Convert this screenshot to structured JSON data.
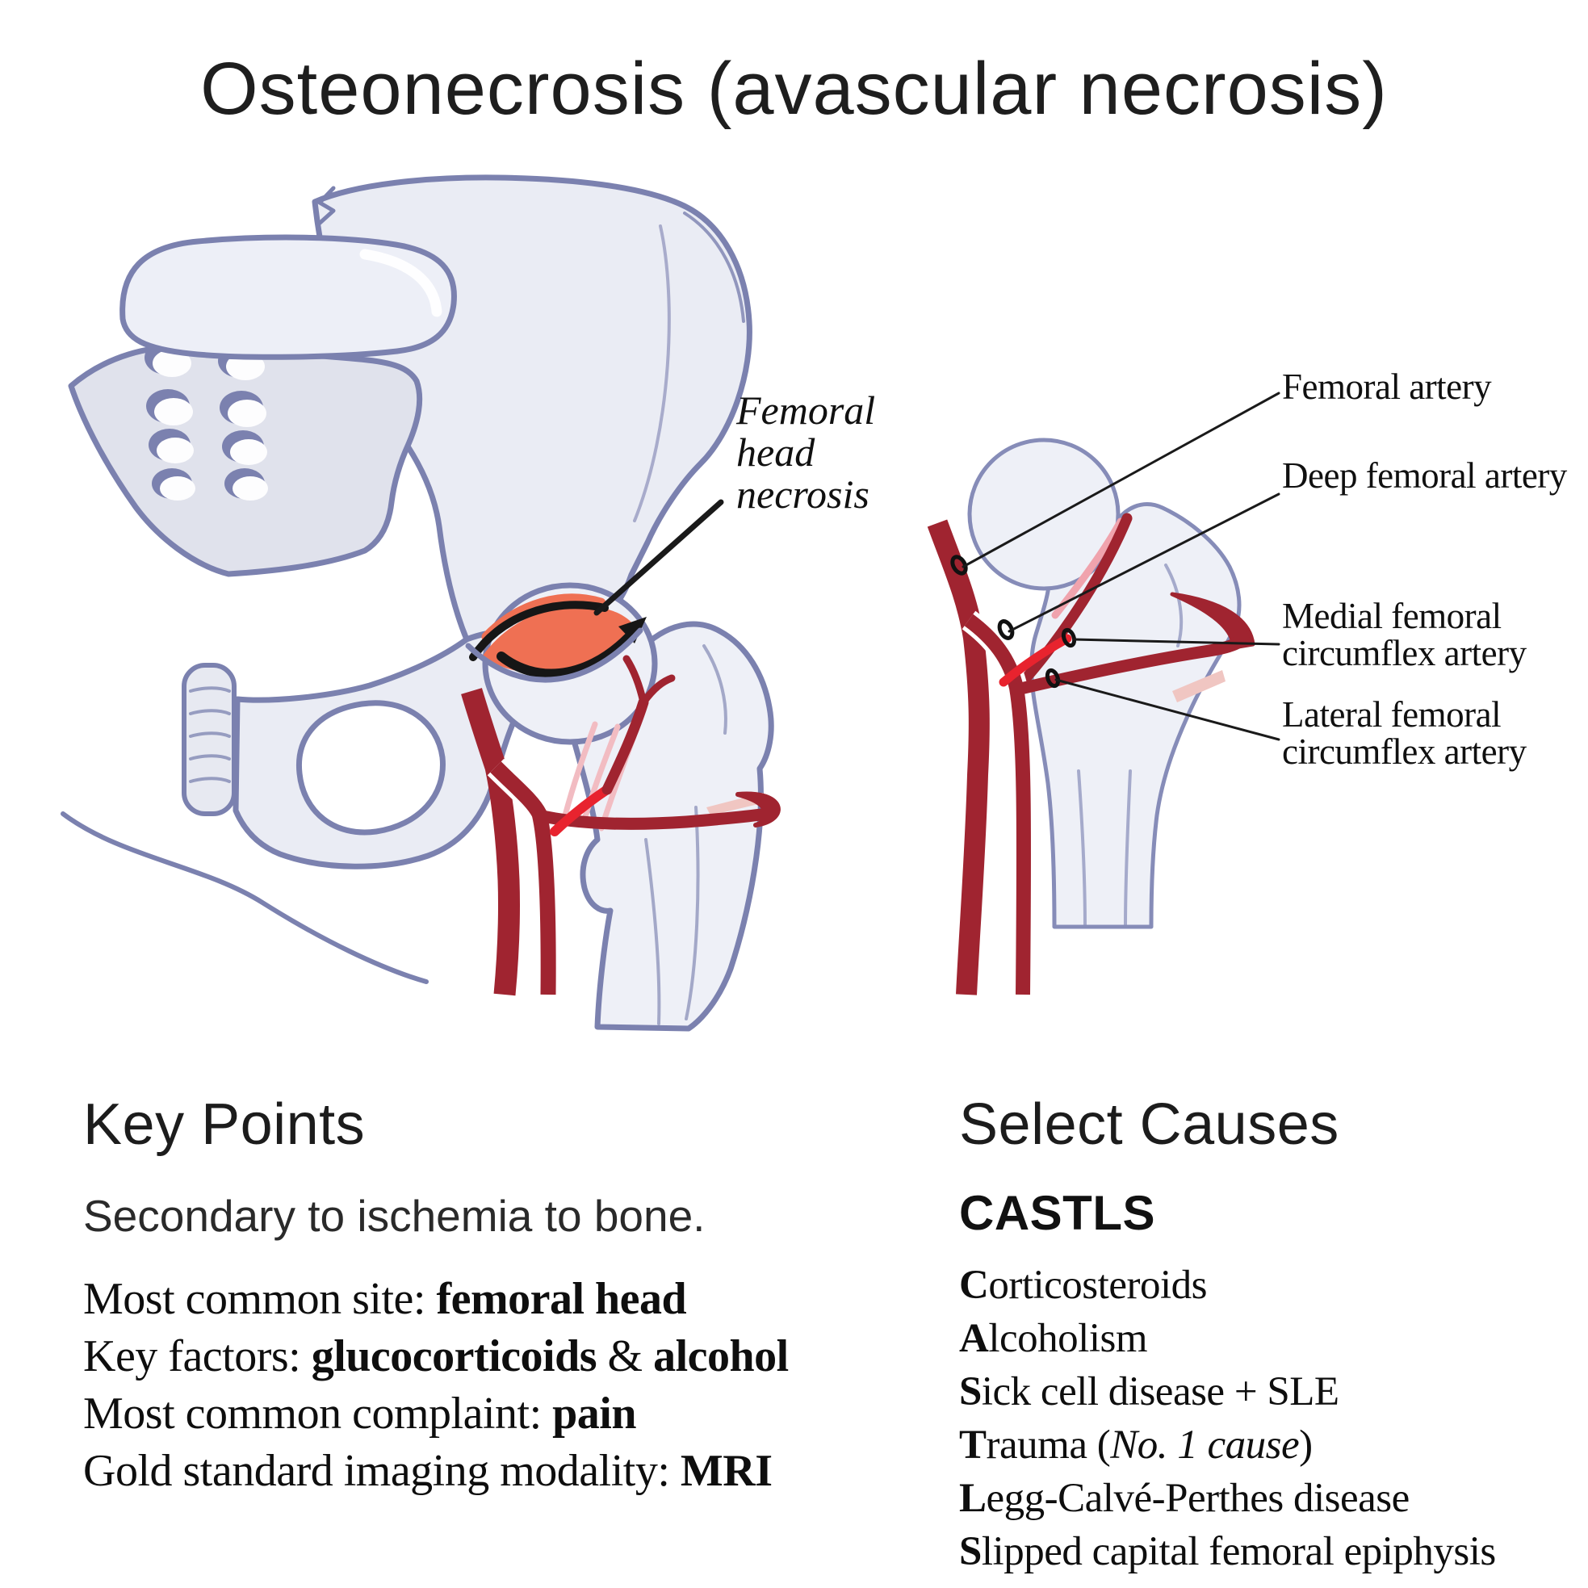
{
  "title": "Osteonecrosis (avascular necrosis)",
  "main_illustration": {
    "name": "pelvis and hip with femoral head necrosis",
    "label": {
      "line1": "Femoral",
      "line2": "head",
      "line3": "necrosis"
    }
  },
  "artery_illustration": {
    "name": "proximal femur blood supply",
    "labels": [
      "Femoral artery",
      "Deep femoral artery",
      "Medial femoral circumflex artery",
      "Lateral femoral circumflex artery"
    ]
  },
  "key_points": {
    "heading": "Key Points",
    "subtitle": "Secondary to ischemia to bone.",
    "lines": [
      {
        "prefix": "Most common site: ",
        "bold": "femoral head",
        "mid": "",
        "bold2": ""
      },
      {
        "prefix": "Key factors: ",
        "bold": "glucocorticoids",
        "mid": " & ",
        "bold2": "alcohol"
      },
      {
        "prefix": "Most common complaint: ",
        "bold": "pain",
        "mid": "",
        "bold2": ""
      },
      {
        "prefix": "Gold standard imaging modality: ",
        "bold": "MRI",
        "mid": "",
        "bold2": ""
      }
    ]
  },
  "select_causes": {
    "heading": "Select Causes",
    "mnemonic": "CASTLS",
    "items": [
      {
        "initial": "C",
        "rest": "orticosteroids",
        "italic": "",
        "tail": ""
      },
      {
        "initial": "A",
        "rest": "lcoholism",
        "italic": "",
        "tail": ""
      },
      {
        "initial": "S",
        "rest": "ick cell disease + SLE",
        "italic": "",
        "tail": ""
      },
      {
        "initial": "T",
        "rest": "rauma (",
        "italic": "No. 1 cause",
        "tail": ")"
      },
      {
        "initial": "L",
        "rest": "egg-Calvé-Perthes disease",
        "italic": "",
        "tail": ""
      },
      {
        "initial": "S",
        "rest": "lipped capital femoral epiphysis",
        "italic": "",
        "tail": ""
      }
    ]
  },
  "colors": {
    "background": "#ffffff",
    "bone_fill": "#eaecf4",
    "bone_fill_light": "#eef0f7",
    "sacrum_fill": "#e0e2ec",
    "bone_outline": "#7b81af",
    "bone_outline_light": "#868cb8",
    "artery_dark_red": "#a02430",
    "artery_bright_red": "#e8232e",
    "artery_pink": "#f0a3ad",
    "retinacular_pink": "#f2bcc2",
    "necrosis_orange": "#ef7053",
    "necrosis_pale": "#f6c8ba",
    "annotation_black": "#161616",
    "text_black": "#101010"
  }
}
